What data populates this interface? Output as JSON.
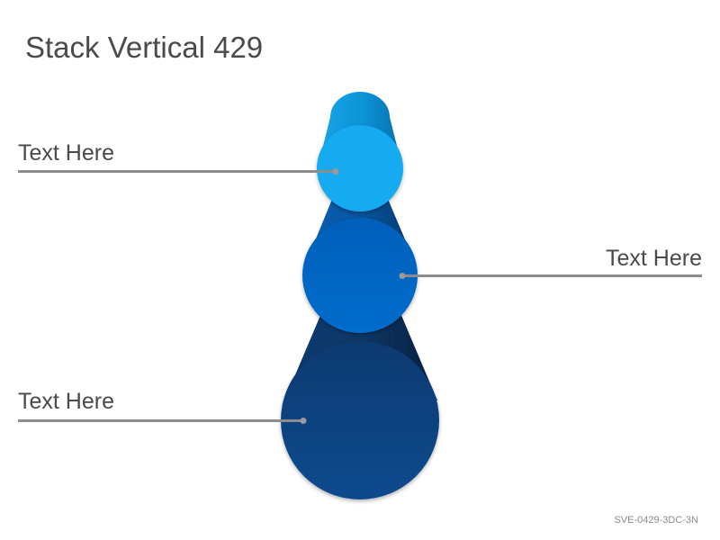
{
  "title": "Stack Vertical 429",
  "items": [
    {
      "label": "Text Here",
      "color": "#12aaf0"
    },
    {
      "label": "Text Here",
      "color": "#0665be"
    },
    {
      "label": "Text Here",
      "color": "#0c4282"
    }
  ],
  "code": "SVE-0429-3DC-3N"
}
